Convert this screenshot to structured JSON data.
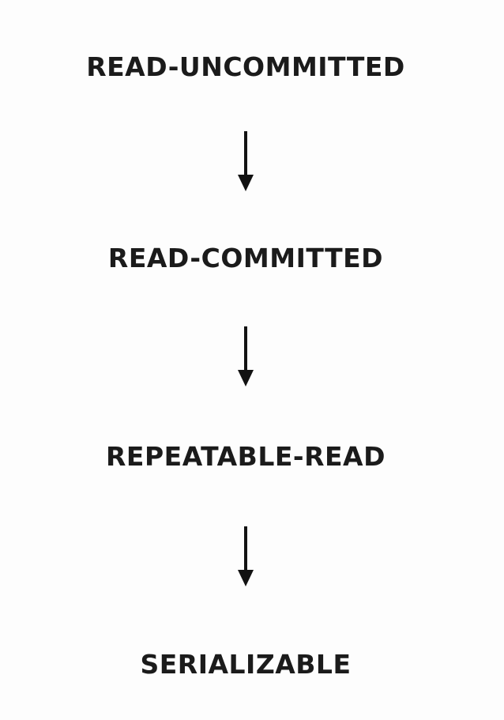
{
  "diagram": {
    "steps": [
      {
        "label": "READ-UNCOMMITTED"
      },
      {
        "label": "READ-COMMITTED"
      },
      {
        "label": "REPEATABLE-READ"
      },
      {
        "label": "SERIALIZABLE"
      }
    ],
    "connector": "down-arrow",
    "colors": {
      "background": "#fdfdfd",
      "text": "#1b1b1b",
      "arrow": "#121212"
    }
  }
}
